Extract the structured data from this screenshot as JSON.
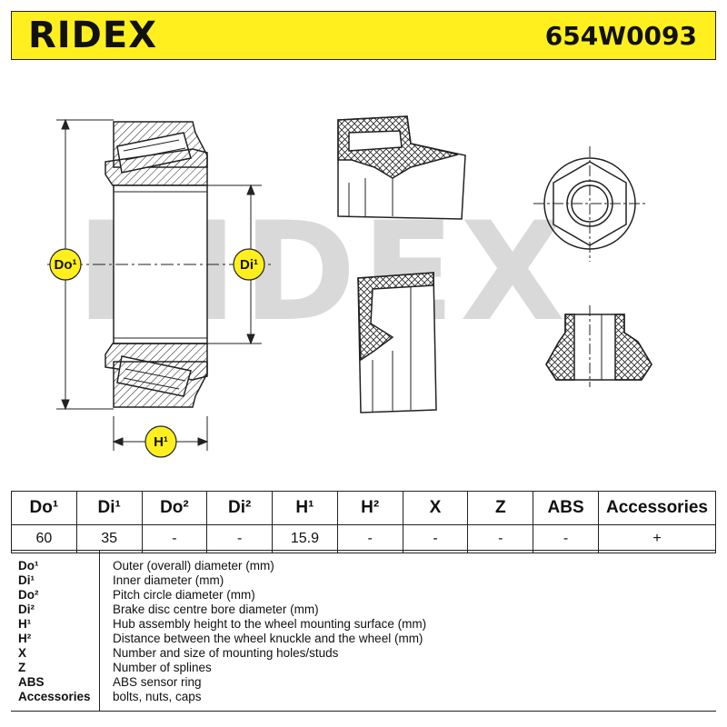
{
  "header": {
    "brand": "RIDEX",
    "part_number": "654W0093",
    "bg_color": "#FFEF1F"
  },
  "drawing": {
    "watermark": "RIDEX",
    "labels": {
      "do1": "Do¹",
      "di1": "Di¹",
      "h1": "H¹"
    },
    "badge_color": "#FFEF1F"
  },
  "specs": {
    "headers": [
      "Do¹",
      "Di¹",
      "Do²",
      "Di²",
      "H¹",
      "H²",
      "X",
      "Z",
      "ABS",
      "Accessories"
    ],
    "values": [
      "60",
      "35",
      "-",
      "-",
      "15.9",
      "-",
      "-",
      "-",
      "-",
      "+"
    ]
  },
  "legend": {
    "items": [
      {
        "key": "Do¹",
        "desc": "Outer (overall) diameter (mm)"
      },
      {
        "key": "Di¹",
        "desc": "Inner diameter (mm)"
      },
      {
        "key": "Do²",
        "desc": "Pitch circle diameter (mm)"
      },
      {
        "key": "Di²",
        "desc": "Brake disc centre bore diameter (mm)"
      },
      {
        "key": "H¹",
        "desc": "Hub assembly height to the wheel mounting surface (mm)"
      },
      {
        "key": "H²",
        "desc": "Distance between the wheel knuckle and the wheel (mm)"
      },
      {
        "key": "X",
        "desc": "Number and size of mounting holes/studs"
      },
      {
        "key": "Z",
        "desc": "Number of splines"
      },
      {
        "key": "ABS",
        "desc": "ABS sensor ring"
      },
      {
        "key": "Accessories",
        "desc": "bolts, nuts, caps"
      }
    ]
  }
}
